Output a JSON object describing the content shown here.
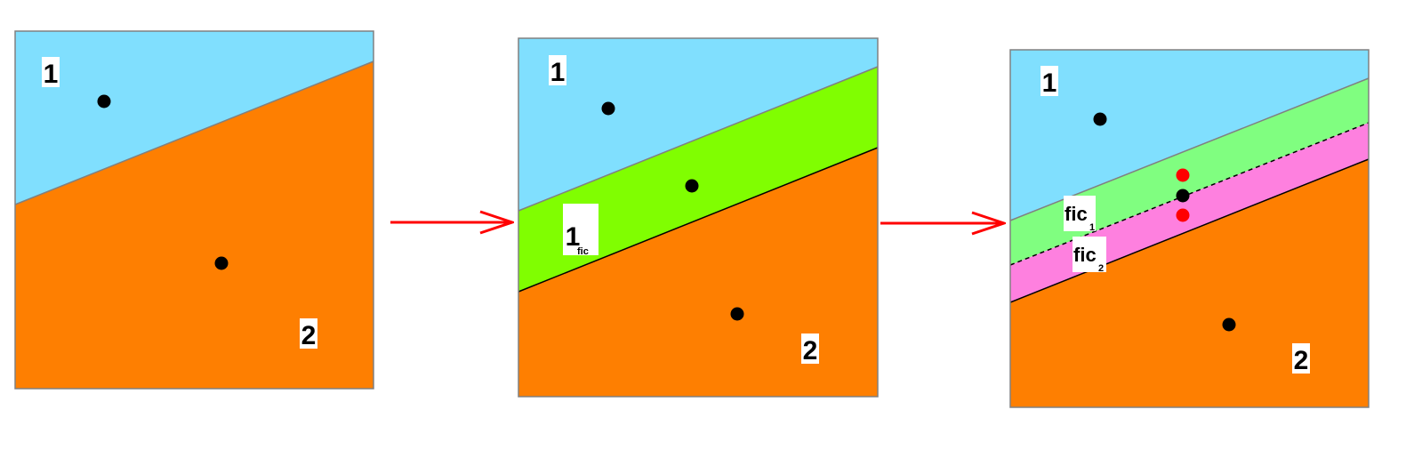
{
  "colors": {
    "region_1": "#80dffe",
    "region_2": "#fe7f01",
    "fictitious_region": "#80fe01",
    "fictitious_region_1": "#80fe80",
    "fictitious_region_2": "#fe80df",
    "arrow": "#ff0000",
    "point": "#000000",
    "highlight_point": "#ff0000"
  },
  "panels": [
    {
      "region_labels": {
        "top": "1",
        "bottom": "2"
      }
    },
    {
      "region_labels": {
        "top": "1",
        "bottom": "2"
      },
      "fictitious": {
        "main": "1",
        "sub": "fic"
      }
    },
    {
      "region_labels": {
        "top": "1",
        "bottom": "2"
      },
      "fictitious_1": {
        "main": "fic",
        "sub": "1"
      },
      "fictitious_2": {
        "main": "fic",
        "sub": "2"
      },
      "middle_boundary_style": "dashed"
    }
  ],
  "arrows": [
    "right",
    "right"
  ]
}
